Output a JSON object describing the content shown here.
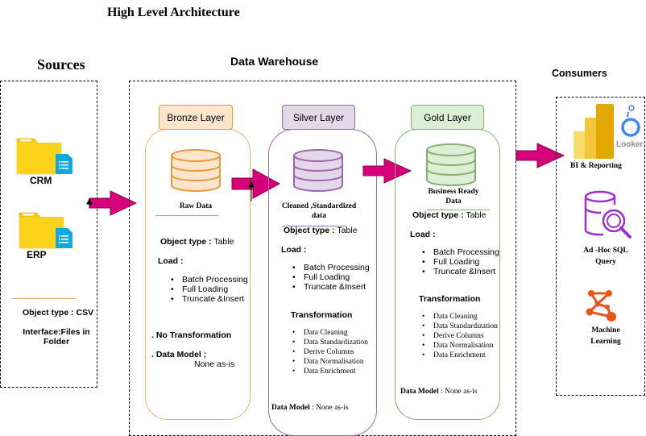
{
  "title": "High Level Architecture",
  "sources": {
    "heading": "Sources",
    "crm": "CRM",
    "erp": "ERP",
    "object_type": "Object type : CSV",
    "interface": "Interface:Files in Folder"
  },
  "warehouse": {
    "heading": "Data Warehouse",
    "bronze": {
      "label": "Bronze Layer",
      "data": "Raw Data",
      "object_type_label": "Object type :",
      "object_type_value": " Table",
      "load_label": "Load :",
      "load_items": [
        "Batch Processing",
        "Full Loading",
        "Truncate &Insert"
      ],
      "transformation": ". No Transformation",
      "data_model_label": ". Data Model ;",
      "data_model_value": "None as-is"
    },
    "silver": {
      "label": "Silver Layer",
      "data": "Cleaned ,Standardized data",
      "object_type_label": "Object type :",
      "object_type_value": " Table",
      "load_label": "Load :",
      "load_items": [
        "Batch Processing",
        "Full Loading",
        "Truncate &Insert"
      ],
      "transformation_label": "Transformation",
      "transformation_items": [
        "Data Cleaning",
        "Data Standardization",
        "Derive Columns",
        "Data Normalisation",
        "Data Enrichment"
      ],
      "data_model_label": "Data Model",
      "data_model_value": " : None as-is"
    },
    "gold": {
      "label": "Gold Layer",
      "data": "Business Ready Data",
      "object_type_label": "Object type :",
      "object_type_value": " Table",
      "load_label": "Load :",
      "load_items": [
        "Batch Processing",
        "Full Loading",
        "Truncate &Insert"
      ],
      "transformation_label": "Transformation",
      "transformation_items": [
        "Data Cleaning",
        "Data Standardization",
        "Derive Columns",
        "Data Normalisation",
        "Data Enrichment"
      ],
      "data_model_label": "Data Model",
      "data_model_value": " : None as-is"
    }
  },
  "consumers": {
    "heading": "Consumers",
    "bi": "BI & Reporting",
    "looker": "Looker",
    "sql": "Ad -Hoc SQL Query",
    "ml": "Machine Learning"
  },
  "colors": {
    "arrow": "#d6007a",
    "bronze_fill": "#fde5cc",
    "bronze_stroke": "#e69a3c",
    "silver_fill": "#e4d7ea",
    "silver_stroke": "#9b6aa8",
    "gold_fill": "#dcefd4",
    "gold_stroke": "#86b070",
    "folder": "#f7c800",
    "sheet": "#12a8dc"
  }
}
